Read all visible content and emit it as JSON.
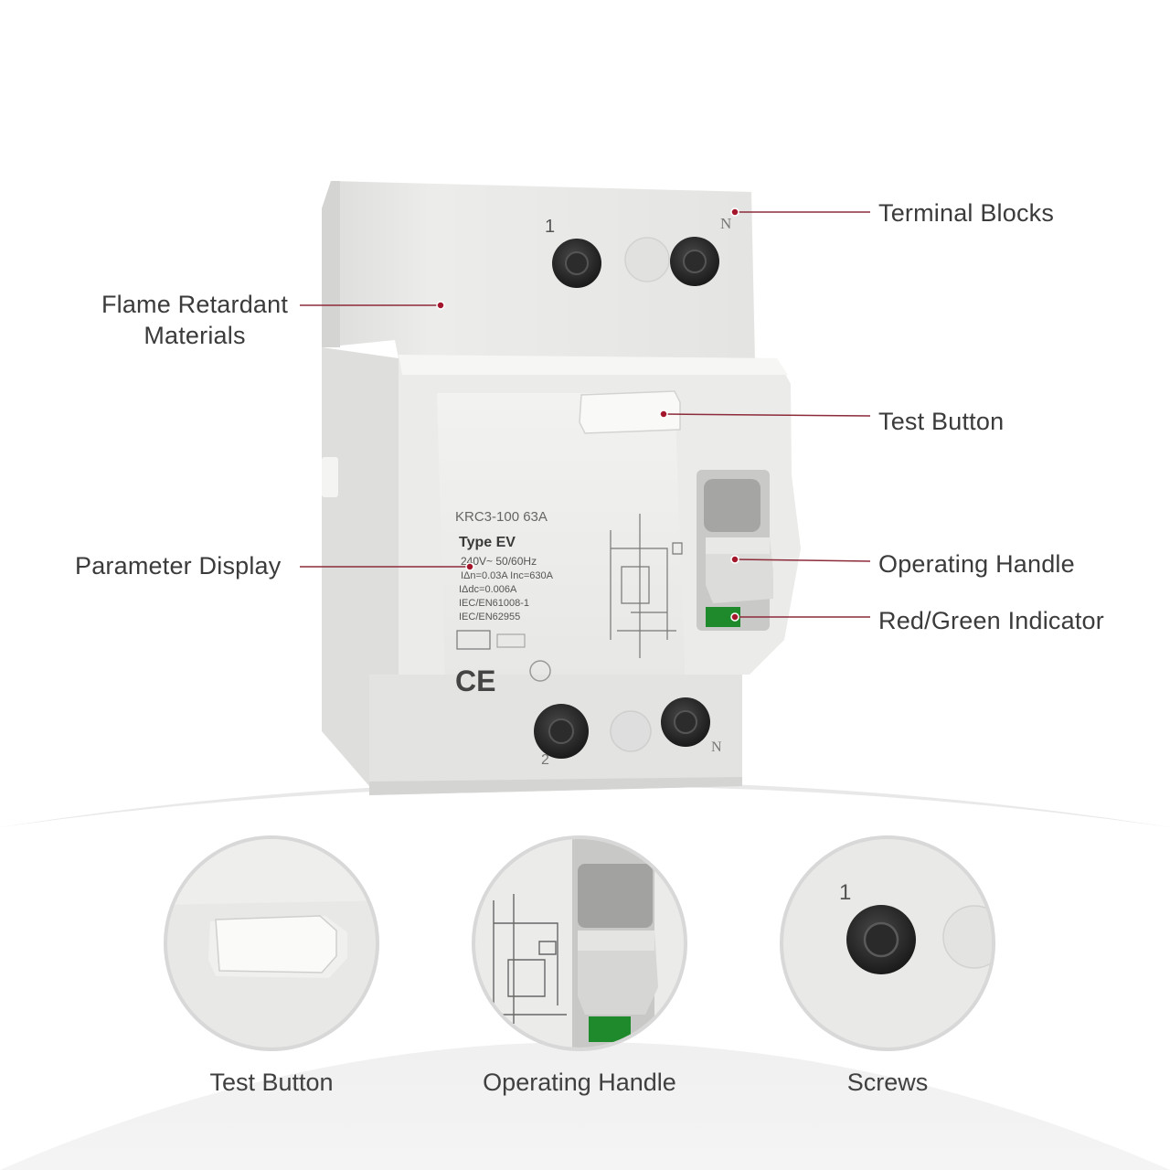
{
  "callouts": {
    "terminal_blocks": "Terminal Blocks",
    "flame_line1": "Flame Retardant",
    "flame_line2": "Materials",
    "test_button": "Test Button",
    "parameter_display": "Parameter Display",
    "operating_handle": "Operating Handle",
    "indicator": "Red/Green Indicator"
  },
  "device": {
    "terminal_top_left": "1",
    "terminal_top_right": "N",
    "terminal_bottom_left": "2",
    "terminal_bottom_right": "N",
    "label_model": "KRC3-100 63A",
    "label_type": "Type EV",
    "label_line1": "240V~ 50/60Hz",
    "label_line2": "IΔn=0.03A   Inc=630A",
    "label_line3": "IΔdc=0.006A",
    "label_line4": "IEC/EN61008-1",
    "label_line5": "IEC/EN62955",
    "ce_mark": "CE"
  },
  "details": {
    "captions": [
      "Test Button",
      "Operating Handle",
      "Screws"
    ],
    "screw_number": "1"
  },
  "colors": {
    "marker_dot": "#a3162c",
    "leader_line": "#8c2b3a",
    "indicator_green": "#1f8a2b",
    "housing": "#e9e9e7"
  }
}
